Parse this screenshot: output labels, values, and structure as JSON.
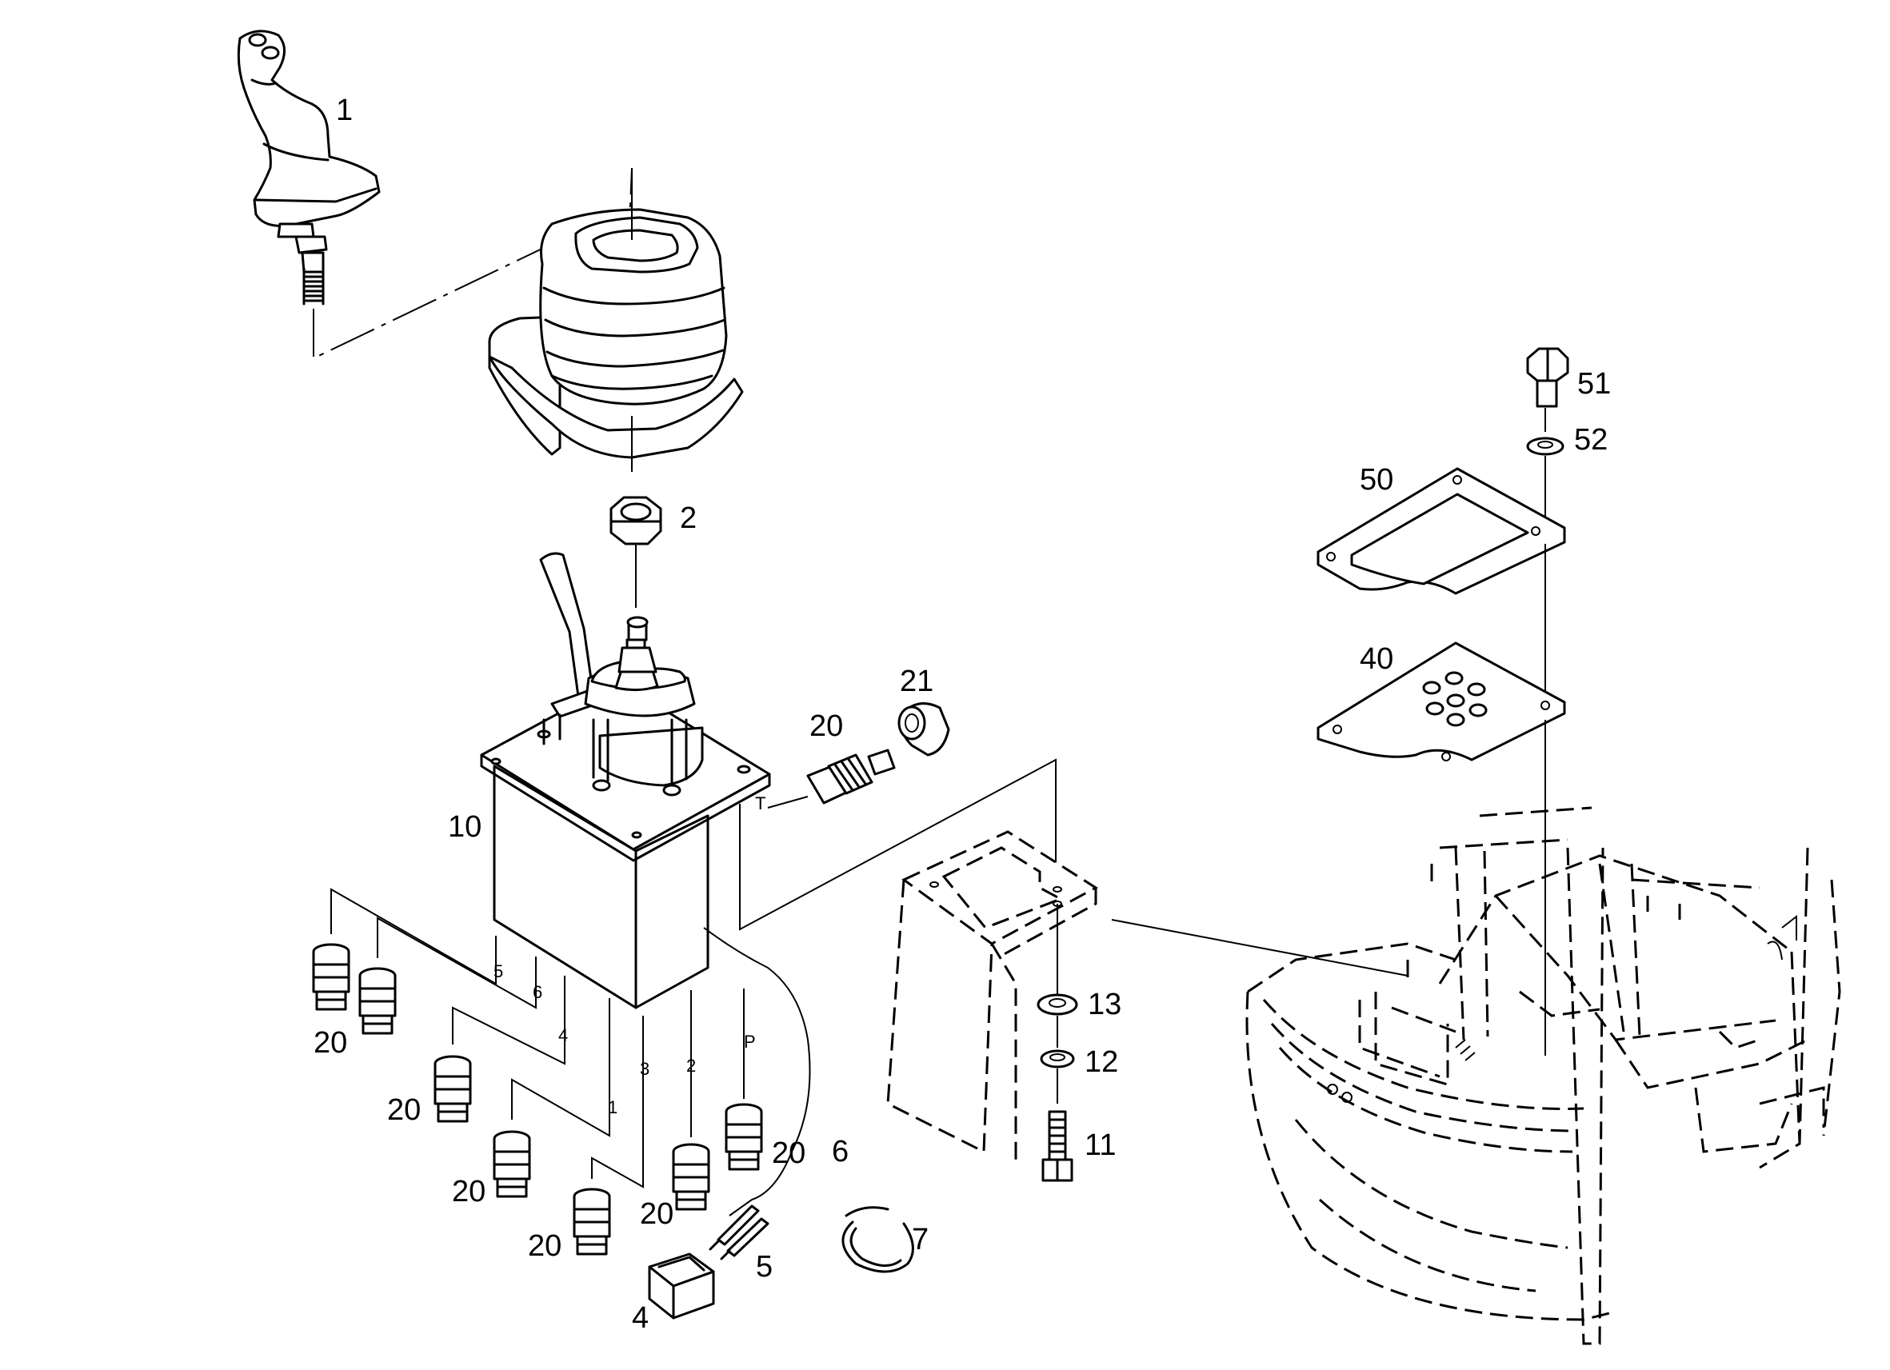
{
  "callouts": {
    "c1": "1",
    "c2": "2",
    "c4": "4",
    "c5": "5",
    "c6": "6",
    "c7": "7",
    "c10": "10",
    "c11": "11",
    "c12": "12",
    "c13": "13",
    "c20a": "20",
    "c20b": "20",
    "c20c": "20",
    "c20d": "20",
    "c20e": "20",
    "c20f": "20",
    "c20g": "20",
    "c21": "21",
    "c40": "40",
    "c50": "50",
    "c51": "51",
    "c52": "52"
  },
  "ports": {
    "t": "T",
    "p": "P",
    "p1": "1",
    "p2": "2",
    "p3": "3",
    "p4": "4",
    "p5": "5",
    "p6": "6"
  }
}
